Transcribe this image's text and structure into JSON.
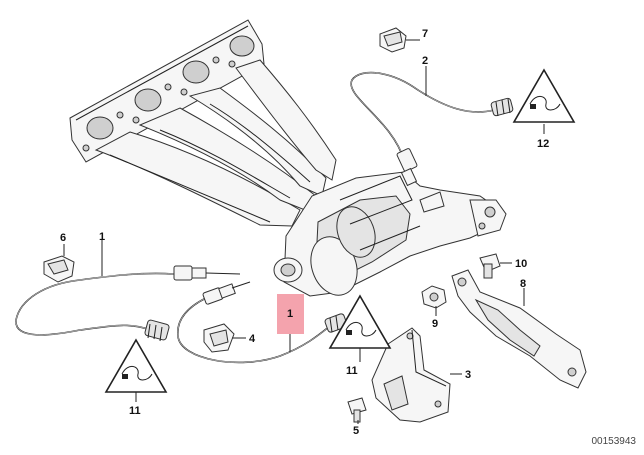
{
  "diagram": {
    "reference_number": "00153943",
    "highlight_color": "#f4a3ad",
    "callouts": [
      {
        "id": "c7",
        "label": "7"
      },
      {
        "id": "c2",
        "label": "2"
      },
      {
        "id": "c12",
        "label": "12"
      },
      {
        "id": "c6",
        "label": "6"
      },
      {
        "id": "c1a",
        "label": "1"
      },
      {
        "id": "c10",
        "label": "10"
      },
      {
        "id": "c8",
        "label": "8"
      },
      {
        "id": "c9",
        "label": "9"
      },
      {
        "id": "c1b",
        "label": "1"
      },
      {
        "id": "c4",
        "label": "4"
      },
      {
        "id": "c11a",
        "label": "11"
      },
      {
        "id": "c3",
        "label": "3"
      },
      {
        "id": "c11b",
        "label": "11"
      },
      {
        "id": "c5",
        "label": "5"
      }
    ],
    "parts": [
      {
        "name": "exhaust-manifold"
      },
      {
        "name": "catalytic-converter"
      },
      {
        "name": "oxygen-sensor-front"
      },
      {
        "name": "oxygen-sensor-rear"
      },
      {
        "name": "sensor-clip"
      },
      {
        "name": "bracket"
      },
      {
        "name": "mounting-bracket"
      },
      {
        "name": "bolt"
      },
      {
        "name": "nut"
      },
      {
        "name": "warning-label"
      }
    ]
  }
}
